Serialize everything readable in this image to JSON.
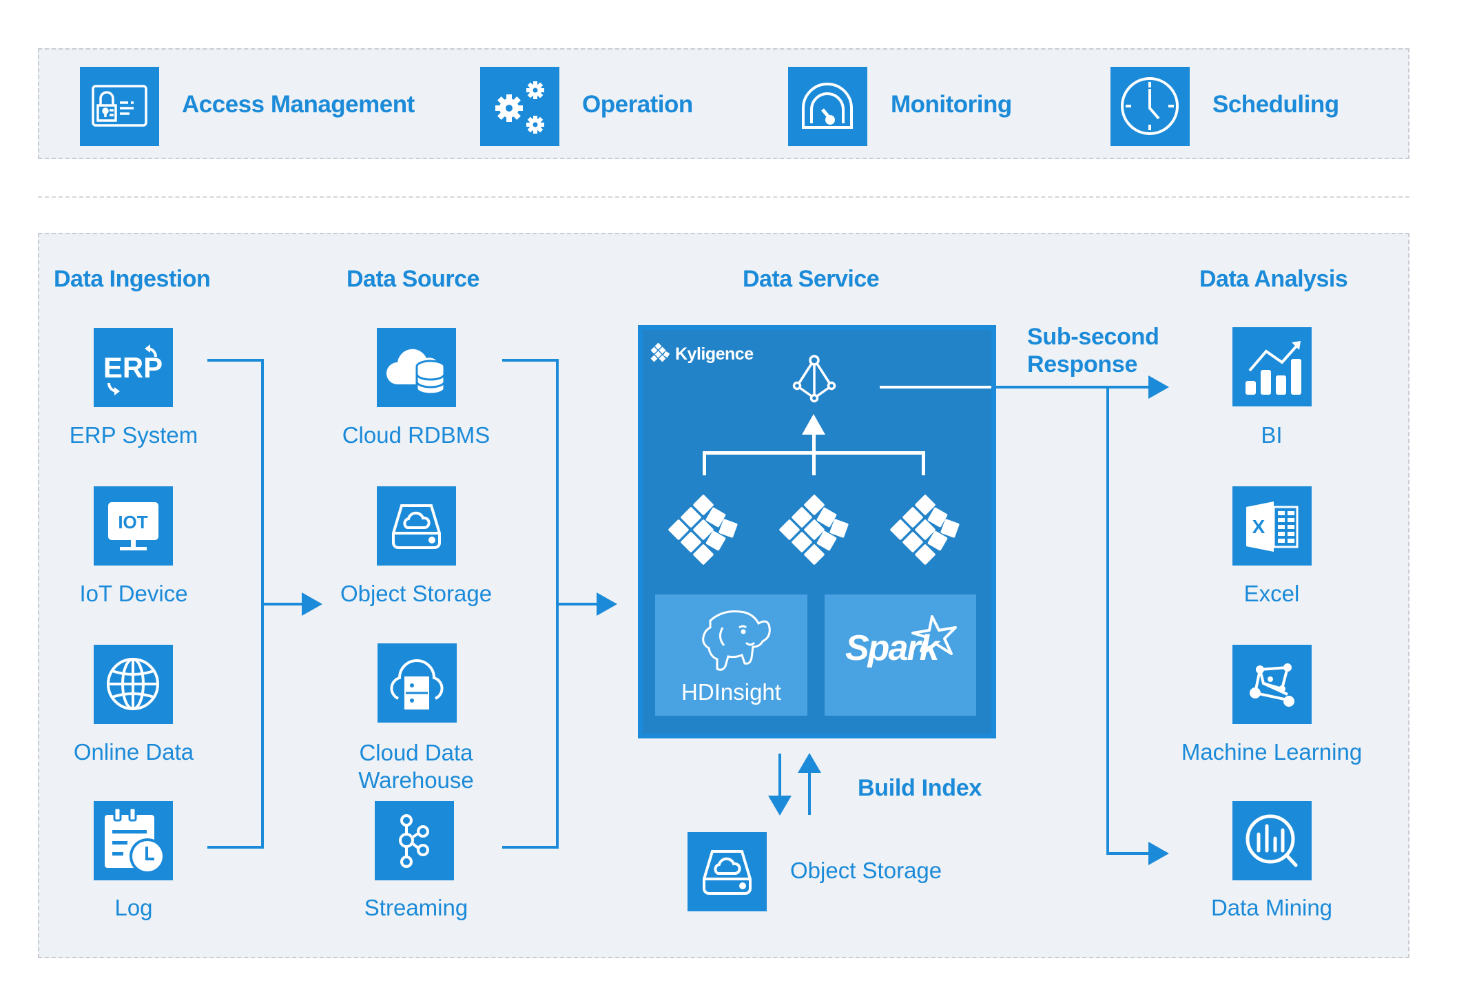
{
  "colors": {
    "accent": "#1b8ad8",
    "service_fill": "#2383c9",
    "sub_tile": "#49a3e2",
    "panel_bg": "#eef2f6",
    "text_on_blue": "#ffffff"
  },
  "top_bar": {
    "items": [
      {
        "label": "Access Management",
        "icon": "id-card-lock-icon"
      },
      {
        "label": "Operation",
        "icon": "gears-icon"
      },
      {
        "label": "Monitoring",
        "icon": "gauge-icon"
      },
      {
        "label": "Scheduling",
        "icon": "clock-icon"
      }
    ]
  },
  "columns": {
    "ingestion": {
      "title": "Data Ingestion",
      "items": [
        {
          "label": "ERP System",
          "icon": "erp-icon"
        },
        {
          "label": "IoT Device",
          "icon": "iot-monitor-icon"
        },
        {
          "label": "Online Data",
          "icon": "globe-icon"
        },
        {
          "label": "Log",
          "icon": "log-calendar-clock-icon"
        }
      ]
    },
    "source": {
      "title": "Data Source",
      "items": [
        {
          "label": "Cloud RDBMS",
          "icon": "cloud-database-icon"
        },
        {
          "label": "Object Storage",
          "icon": "cloud-drive-icon"
        },
        {
          "label_line1": "Cloud Data",
          "label_line2": "Warehouse",
          "icon": "cloud-server-icon"
        },
        {
          "label": "Streaming",
          "icon": "kafka-streaming-icon"
        }
      ]
    },
    "service": {
      "title": "Data Service",
      "brand": "Kyligence",
      "engines": [
        {
          "label": "HDInsight",
          "icon": "hadoop-elephant-icon"
        },
        {
          "label": "Spark",
          "icon": "spark-star-icon"
        }
      ],
      "response_label_line1": "Sub-second",
      "response_label_line2": "Response",
      "build_index_label": "Build Index",
      "storage": {
        "label": "Object Storage",
        "icon": "cloud-drive-icon"
      }
    },
    "analysis": {
      "title": "Data Analysis",
      "items": [
        {
          "label": "BI",
          "icon": "bar-chart-trend-icon"
        },
        {
          "label": "Excel",
          "icon": "excel-icon"
        },
        {
          "label": "Machine Learning",
          "icon": "ml-graph-icon"
        },
        {
          "label": "Data Mining",
          "icon": "magnifier-chart-icon"
        }
      ]
    }
  }
}
